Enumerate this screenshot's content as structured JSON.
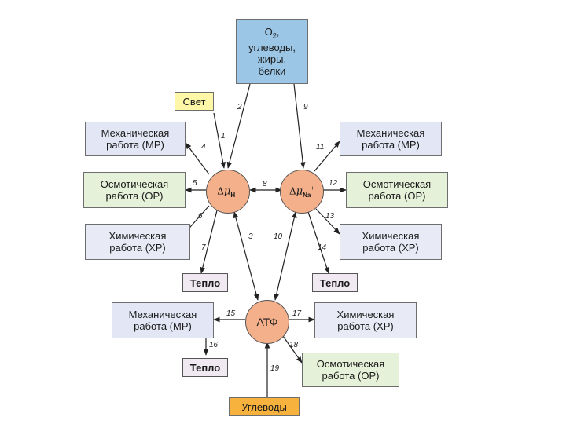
{
  "diagram": {
    "sources": {
      "o2_line1": "O",
      "o2_sub": "2",
      "o2_rest": ",\nуглеводы,\nжиры,\nбелки",
      "light": "Свет",
      "carbs": "Углеводы"
    },
    "nodes": {
      "delta_symbol": "Δ",
      "mu_symbol": "μ",
      "h_sub": "H",
      "na_sub": "Na",
      "plus": "+",
      "atp": "АТФ"
    },
    "work": {
      "mech_left": "Механическая\nработа (МР)",
      "osm_left": "Осмотическая\nработа (ОР)",
      "chem_left": "Химическая\nработа (ХР)",
      "mech_right": "Механическая\nработа (МР)",
      "osm_right": "Осмотическая\nработа (ОР)",
      "chem_right": "Химическая\nработа (ХР)",
      "mech_bottom": "Механическая\nработа (МР)",
      "chem_bottom": "Химическая\nработа (ХР)",
      "osm_bottom": "Осмотическая\nработа (ОР)",
      "heat_left": "Тепло",
      "heat_right": "Тепло",
      "heat_bottom": "Тепло"
    },
    "arrow_numbers": [
      "1",
      "2",
      "3",
      "4",
      "5",
      "6",
      "7",
      "8",
      "9",
      "10",
      "11",
      "12",
      "13",
      "14",
      "15",
      "16",
      "17",
      "18",
      "19"
    ]
  }
}
